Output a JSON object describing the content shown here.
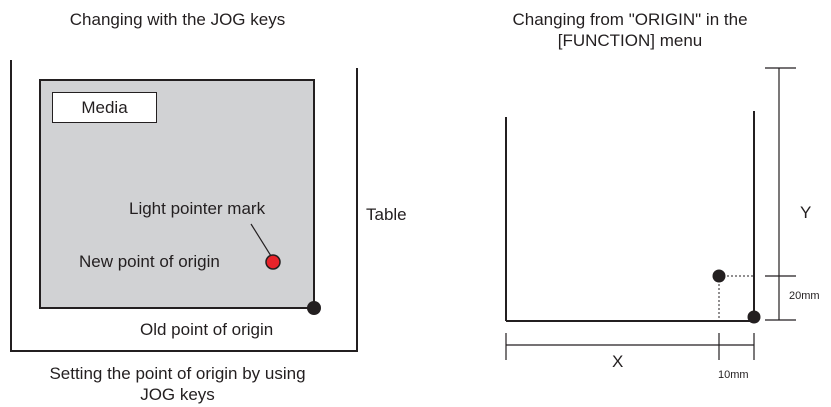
{
  "left_panel": {
    "title": "Changing with the JOG keys",
    "media_label": "Media",
    "light_pointer_label": "Light pointer mark",
    "new_origin_label": "New point of origin",
    "table_label": "Table",
    "old_origin_label": "Old point of origin",
    "caption_line1": "Setting the point of origin by using",
    "caption_line2": "JOG keys",
    "media_color": "#d1d2d4",
    "new_origin_color": "#e8232a",
    "old_origin_color": "#231f20"
  },
  "right_panel": {
    "title_line1": "Changing from \"ORIGIN\" in the",
    "title_line2": "[FUNCTION] menu",
    "y_label": "Y",
    "x_label": "X",
    "y_offset_label": "20mm",
    "x_offset_label": "10mm"
  }
}
